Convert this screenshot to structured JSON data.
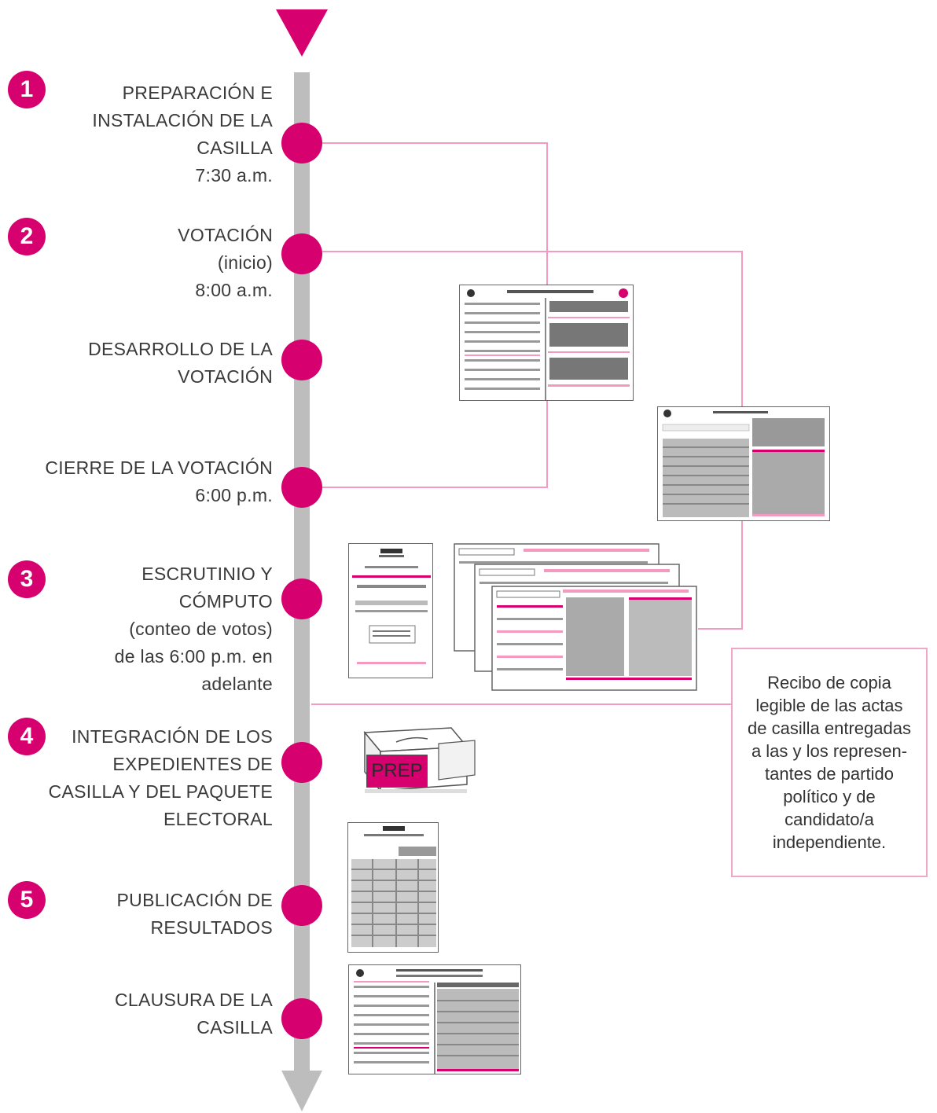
{
  "colors": {
    "accent": "#d6006f",
    "connector": "#f49ac1",
    "timeline": "#bdbdbd"
  },
  "stages": [
    {
      "number": "1",
      "label": "PREPARACIÓN E\nINSTALACIÓN DE LA\nCASILLA\n7:30 a.m."
    },
    {
      "number": "2",
      "label": "VOTACIÓN\n(inicio)\n8:00 a.m."
    },
    {
      "number": "",
      "label": "DESARROLLO DE LA\nVOTACIÓN"
    },
    {
      "number": "",
      "label": "CIERRE DE LA VOTACIÓN\n6:00 p.m."
    },
    {
      "number": "3",
      "label": "ESCRUTINIO Y\nCÓMPUTO\n(conteo de votos)\nde las 6:00 p.m. en\nadelante"
    },
    {
      "number": "4",
      "label": "INTEGRACIÓN DE LOS\nEXPEDIENTES DE\nCASILLA Y DEL PAQUETE\nELECTORAL"
    },
    {
      "number": "5",
      "label": "PUBLICACIÓN DE\nRESULTADOS"
    },
    {
      "number": "",
      "label": "CLAUSURA DE LA\nCASILLA"
    }
  ],
  "recibo_note": "Recibo de copia\nlegible de las actas\nde casilla entregadas\na las y los represen-\ntantes de partido\npolítico y de\ncandidato/a\nindependiente.",
  "prep_box_label": "PREP",
  "icons": [
    "start-triangle-icon",
    "end-arrow-icon",
    "ballot-box-icon",
    "document-icon"
  ]
}
